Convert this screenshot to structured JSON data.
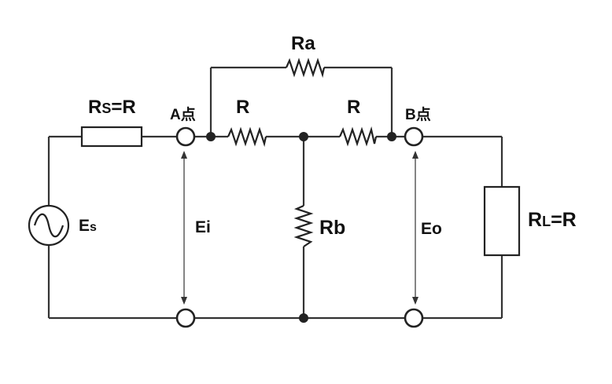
{
  "labels": {
    "ra": "Ra",
    "rs_main": "R",
    "rs_sub": "S",
    "rs_eq": "=R",
    "a_point": "A点",
    "r_left": "R",
    "r_right": "R",
    "b_point": "B点",
    "es_main": "E",
    "es_sub": "s",
    "ei": "Ei",
    "rb": "Rb",
    "eo": "Eo",
    "rl_main": "R",
    "rl_sub": "L",
    "rl_eq": "=R"
  },
  "colors": {
    "line": "#222222",
    "background": "#ffffff"
  }
}
